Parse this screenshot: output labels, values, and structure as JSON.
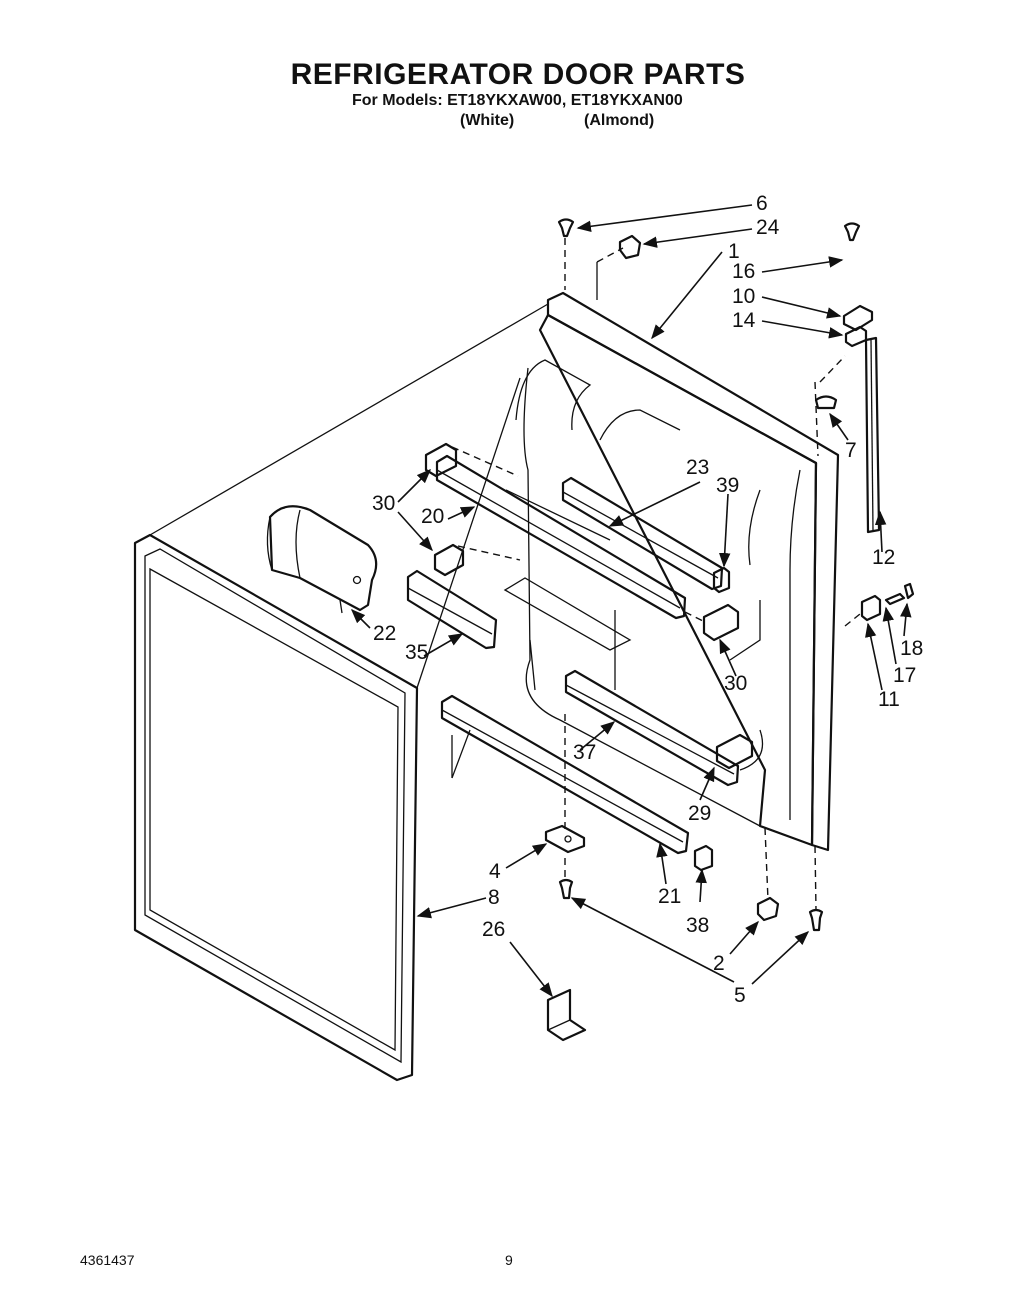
{
  "title": "REFRIGERATOR DOOR PARTS",
  "subtitle": "For Models: ET18YKXAW00, ET18YKXAN00",
  "variants": {
    "white": "(White)",
    "almond": "(Almond)"
  },
  "footer": {
    "doc_number": "4361437",
    "page_number": "9"
  },
  "labels": {
    "p6": "6",
    "p24": "24",
    "p1": "1",
    "p16": "16",
    "p10": "10",
    "p14": "14",
    "p7": "7",
    "p23": "23",
    "p39": "39",
    "p30a": "30",
    "p20": "20",
    "p30b": "30",
    "p35": "35",
    "p22": "22",
    "p12": "12",
    "p18": "18",
    "p17": "17",
    "p11": "11",
    "p37": "37",
    "p29": "29",
    "p4": "4",
    "p8": "8",
    "p21": "21",
    "p38": "38",
    "p26": "26",
    "p2": "2",
    "p5": "5"
  }
}
